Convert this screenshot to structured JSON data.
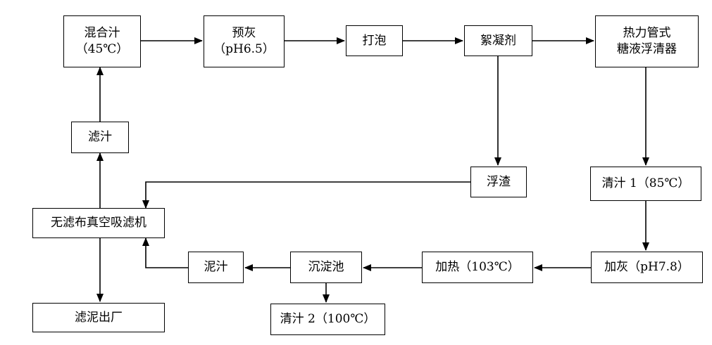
{
  "nodes": {
    "mixed_juice": {
      "line1": "混合汁",
      "line2": "（45℃）"
    },
    "pre_liming": {
      "line1": "预灰",
      "line2": "（pH6.5）"
    },
    "foaming": {
      "label": "打泡"
    },
    "flocculant": {
      "label": "絮凝剂"
    },
    "flotation_clarifier": {
      "line1": "热力管式",
      "line2": "糖液浮清器"
    },
    "clear_juice_1": {
      "label": "清汁 1（85℃）"
    },
    "liming": {
      "label": "加灰（pH7.8）"
    },
    "heating": {
      "label": "加热（103℃）"
    },
    "settling_tank": {
      "label": "沉淀池"
    },
    "clear_juice_2": {
      "label": "清汁 2（100℃）"
    },
    "mud_juice": {
      "label": "泥汁"
    },
    "vacuum_filter": {
      "label": "无滤布真空吸滤机"
    },
    "filtrate": {
      "label": "滤汁"
    },
    "scum": {
      "label": "浮渣"
    },
    "filter_mud_out": {
      "label": "滤泥出厂"
    }
  },
  "edges": [
    {
      "from": "mixed_juice",
      "to": "pre_liming"
    },
    {
      "from": "pre_liming",
      "to": "foaming"
    },
    {
      "from": "foaming",
      "to": "flocculant"
    },
    {
      "from": "flocculant",
      "to": "flotation_clarifier"
    },
    {
      "from": "flotation_clarifier",
      "to": "clear_juice_1"
    },
    {
      "from": "clear_juice_1",
      "to": "liming"
    },
    {
      "from": "liming",
      "to": "heating"
    },
    {
      "from": "heating",
      "to": "settling_tank"
    },
    {
      "from": "settling_tank",
      "to": "clear_juice_2"
    },
    {
      "from": "settling_tank",
      "to": "mud_juice"
    },
    {
      "from": "mud_juice",
      "to": "vacuum_filter"
    },
    {
      "from": "flocculant",
      "to": "scum"
    },
    {
      "from": "scum",
      "to": "vacuum_filter"
    },
    {
      "from": "vacuum_filter",
      "to": "filtrate"
    },
    {
      "from": "filtrate",
      "to": "mixed_juice"
    },
    {
      "from": "vacuum_filter",
      "to": "filter_mud_out"
    }
  ]
}
